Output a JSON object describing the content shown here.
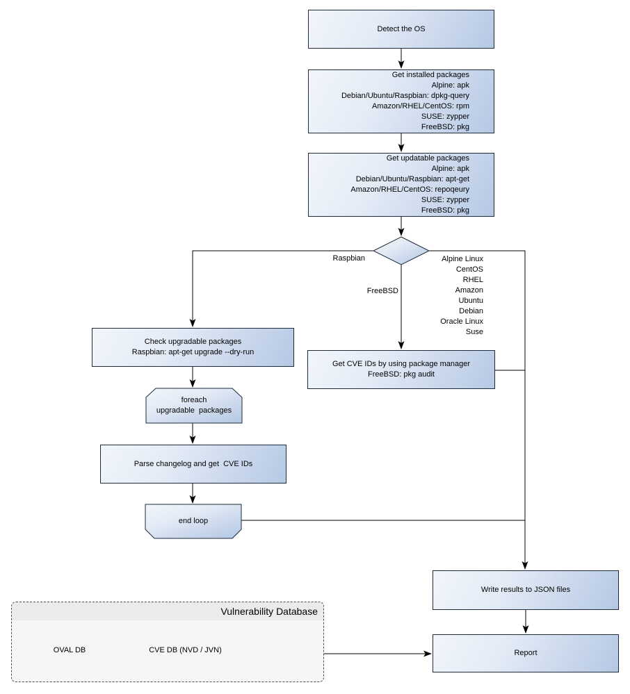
{
  "colors": {
    "node_fill_light": "#f2f6fb",
    "node_fill_dark": "#b5c8e4",
    "node_border": "#1f2a38",
    "connector": "#000000",
    "container_fill": "#f6f6f6",
    "container_titlebar_fill": "#ebebeb",
    "container_border": "#4c4c4c"
  },
  "flowchart": {
    "nodes": {
      "detect_os": {
        "lines": [
          "Detect the OS"
        ]
      },
      "get_installed_packages": {
        "lines": [
          "Get installed packages",
          "Alpine: apk",
          "Debian/Ubuntu/Raspbian: dpkg-query",
          "Amazon/RHEL/CentOS: rpm",
          "SUSE: zypper",
          "FreeBSD: pkg"
        ]
      },
      "get_updatable_packages": {
        "lines": [
          "Get updatable packages",
          "Alpine: apk",
          "Debian/Ubuntu/Raspbian: apt-get",
          "Amazon/RHEL/CentOS: repoqeury",
          "SUSE: zypper",
          "FreeBSD: pkg"
        ]
      },
      "check_upgradable_packages": {
        "lines": [
          "Check upgradable packages",
          "Raspbian: apt-get upgrade --dry-run"
        ]
      },
      "foreach_loop_start": {
        "lines": [
          "foreach",
          "upgradable  packages"
        ]
      },
      "parse_changelog": {
        "lines": [
          "Parse changelog and get  CVE IDs"
        ]
      },
      "end_loop": {
        "lines": [
          "end loop"
        ]
      },
      "get_cve_ids": {
        "lines": [
          "Get CVE IDs by using package manager",
          "FreeBSD: pkg audit"
        ]
      },
      "write_results": {
        "lines": [
          "Write results to JSON files"
        ]
      },
      "report": {
        "lines": [
          "Report"
        ]
      },
      "vulnerability_database": {
        "title": "Vulnerability Database"
      },
      "oval_db": {
        "label": "OVAL DB"
      },
      "cve_db": {
        "label": "CVE DB (NVD / JVN)"
      }
    },
    "edge_labels": {
      "left_branch": "Raspbian",
      "middle_branch": "FreeBSD",
      "right_branch_os_list": [
        "Alpine Linux",
        "CentOS",
        "RHEL",
        "Amazon",
        "Ubuntu",
        "Debian",
        "Oracle Linux",
        "Suse"
      ]
    }
  }
}
